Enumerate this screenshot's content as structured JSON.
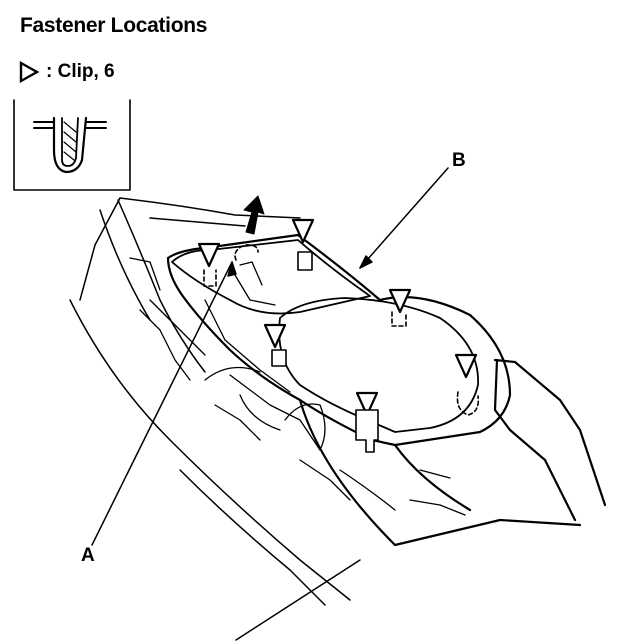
{
  "title": "Fastener Locations",
  "legend": {
    "symbol": "triangle-outline-icon",
    "text": ": Clip, 6"
  },
  "callouts": {
    "a": "A",
    "b": "B"
  }
}
